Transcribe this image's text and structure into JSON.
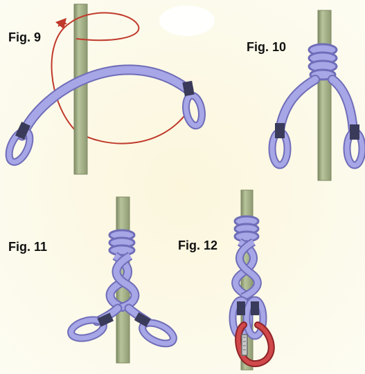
{
  "figures": [
    {
      "label": "Fig. 9"
    },
    {
      "label": "Fig. 10"
    },
    {
      "label": "Fig. 11"
    },
    {
      "label": "Fig. 12"
    }
  ],
  "colors": {
    "pole": "#a8b48a",
    "pole_edge": "#8a9670",
    "rope": "#a7a6e6",
    "rope_edge": "#6f6db8",
    "arrow": "#c0392b",
    "carabiner": "#d0484a",
    "background": "#fdfcf2"
  },
  "icons": [
    "red-direction-arrow",
    "rope-end-stitching",
    "carabiner"
  ]
}
